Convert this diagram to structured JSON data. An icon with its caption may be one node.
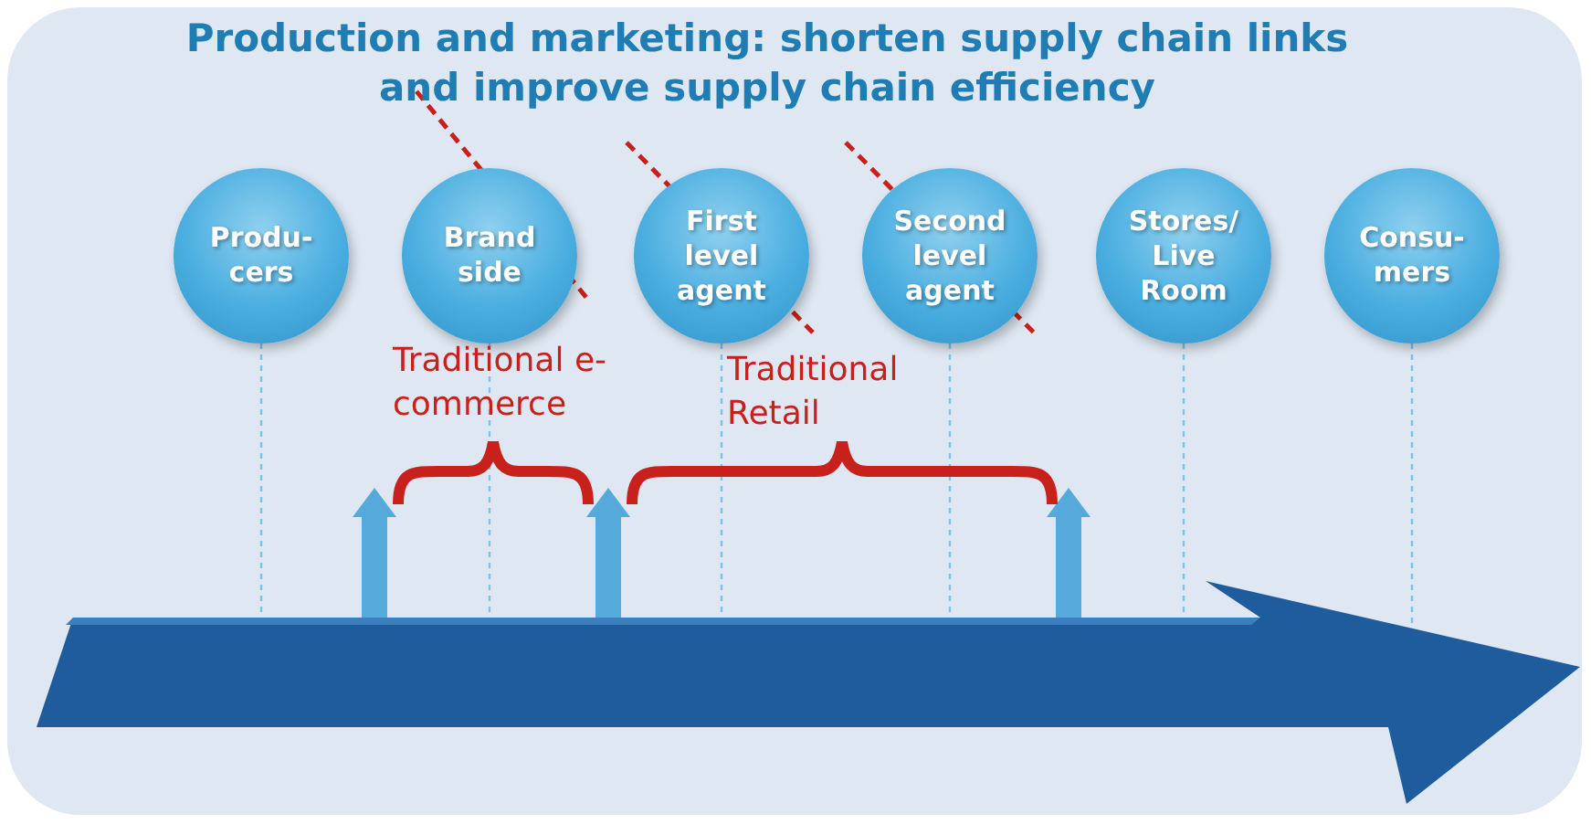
{
  "diagram": {
    "title": "Production and marketing: shorten supply chain links and improve supply chain efficiency",
    "nodes": [
      {
        "text": [
          "Produ- cers"
        ]
      },
      {
        "text": [
          "Brand side"
        ]
      },
      {
        "text": [
          "First level agent"
        ]
      },
      {
        "text": [
          "Second level agent"
        ]
      },
      {
        "text": [
          "Stores/ Live Room"
        ]
      },
      {
        "text": [
          "Consu- mers"
        ]
      },
      {
        "text": [],
        "shape": "arrow"
      }
    ],
    "edges": [
      {
        "from": 0,
        "to": 6,
        "arrow": "none",
        "style": "dashed"
      },
      {
        "from": 1,
        "to": 6,
        "arrow": "none",
        "style": "dashed"
      },
      {
        "from": 2,
        "to": 6,
        "arrow": "none",
        "style": "dashed"
      },
      {
        "from": 3,
        "to": 6,
        "arrow": "none",
        "style": "dashed"
      },
      {
        "from": 4,
        "to": 6,
        "arrow": "none",
        "style": "dashed"
      },
      {
        "from": 5,
        "to": 6,
        "arrow": "none",
        "style": "dashed"
      }
    ],
    "labels": [
      "Traditional e-commerce",
      "Traditional Retail"
    ]
  }
}
